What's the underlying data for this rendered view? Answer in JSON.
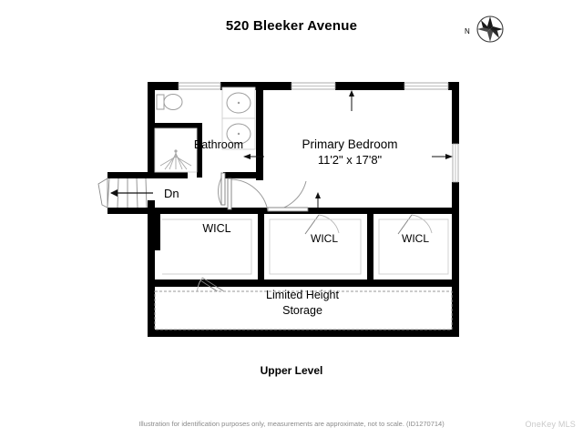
{
  "header": {
    "title": "520 Bleeker Avenue",
    "compass": {
      "icon": "compass-rose-icon",
      "north_label": "N"
    }
  },
  "floorplan": {
    "level_label": "Upper Level",
    "rooms": [
      {
        "key": "bathroom",
        "name": "Bathroom",
        "label": "Bathroom",
        "dimensions": "",
        "fixtures": [
          "toilet-icon",
          "sink-icon",
          "sink-icon",
          "shower-head-icon"
        ]
      },
      {
        "key": "primary_bedroom",
        "name": "Primary Bedroom",
        "label": "Primary Bedroom",
        "dimensions": "11'2\" x 17'8\"",
        "fixtures": []
      },
      {
        "key": "wicl_main",
        "name": "WICL",
        "label": "WICL",
        "dimensions": "",
        "fixtures": []
      },
      {
        "key": "wicl_center",
        "name": "WICL",
        "label": "WICL",
        "dimensions": "",
        "fixtures": []
      },
      {
        "key": "wicl_right",
        "name": "WICL",
        "label": "WICL",
        "dimensions": "",
        "fixtures": []
      },
      {
        "key": "limited_height_storage",
        "name": "Limited Height Storage",
        "label_line1": "Limited Height",
        "label_line2": "Storage",
        "dimensions": "",
        "fixtures": []
      }
    ],
    "stairs": {
      "label": "Dn",
      "direction_icon": "arrow-left-icon"
    },
    "windows_count": 4,
    "doors_count": 4,
    "dimension_arrows": [
      "arrow-down-icon",
      "arrow-right-icon",
      "arrow-right-icon",
      "arrow-down-icon"
    ]
  },
  "footer": {
    "disclaimer": "Illustration for identification purposes only, measurements are approximate, not to scale. (ID1270714)",
    "mls_logo_text": "OneKey MLS"
  },
  "colors": {
    "wall": "#000000",
    "background": "#ffffff",
    "fixture_line": "#bdbdbd",
    "storage_dash": "#9a9a9a",
    "disclaimer_text": "#8a8a8a",
    "logo_text": "#c9c9c9"
  }
}
